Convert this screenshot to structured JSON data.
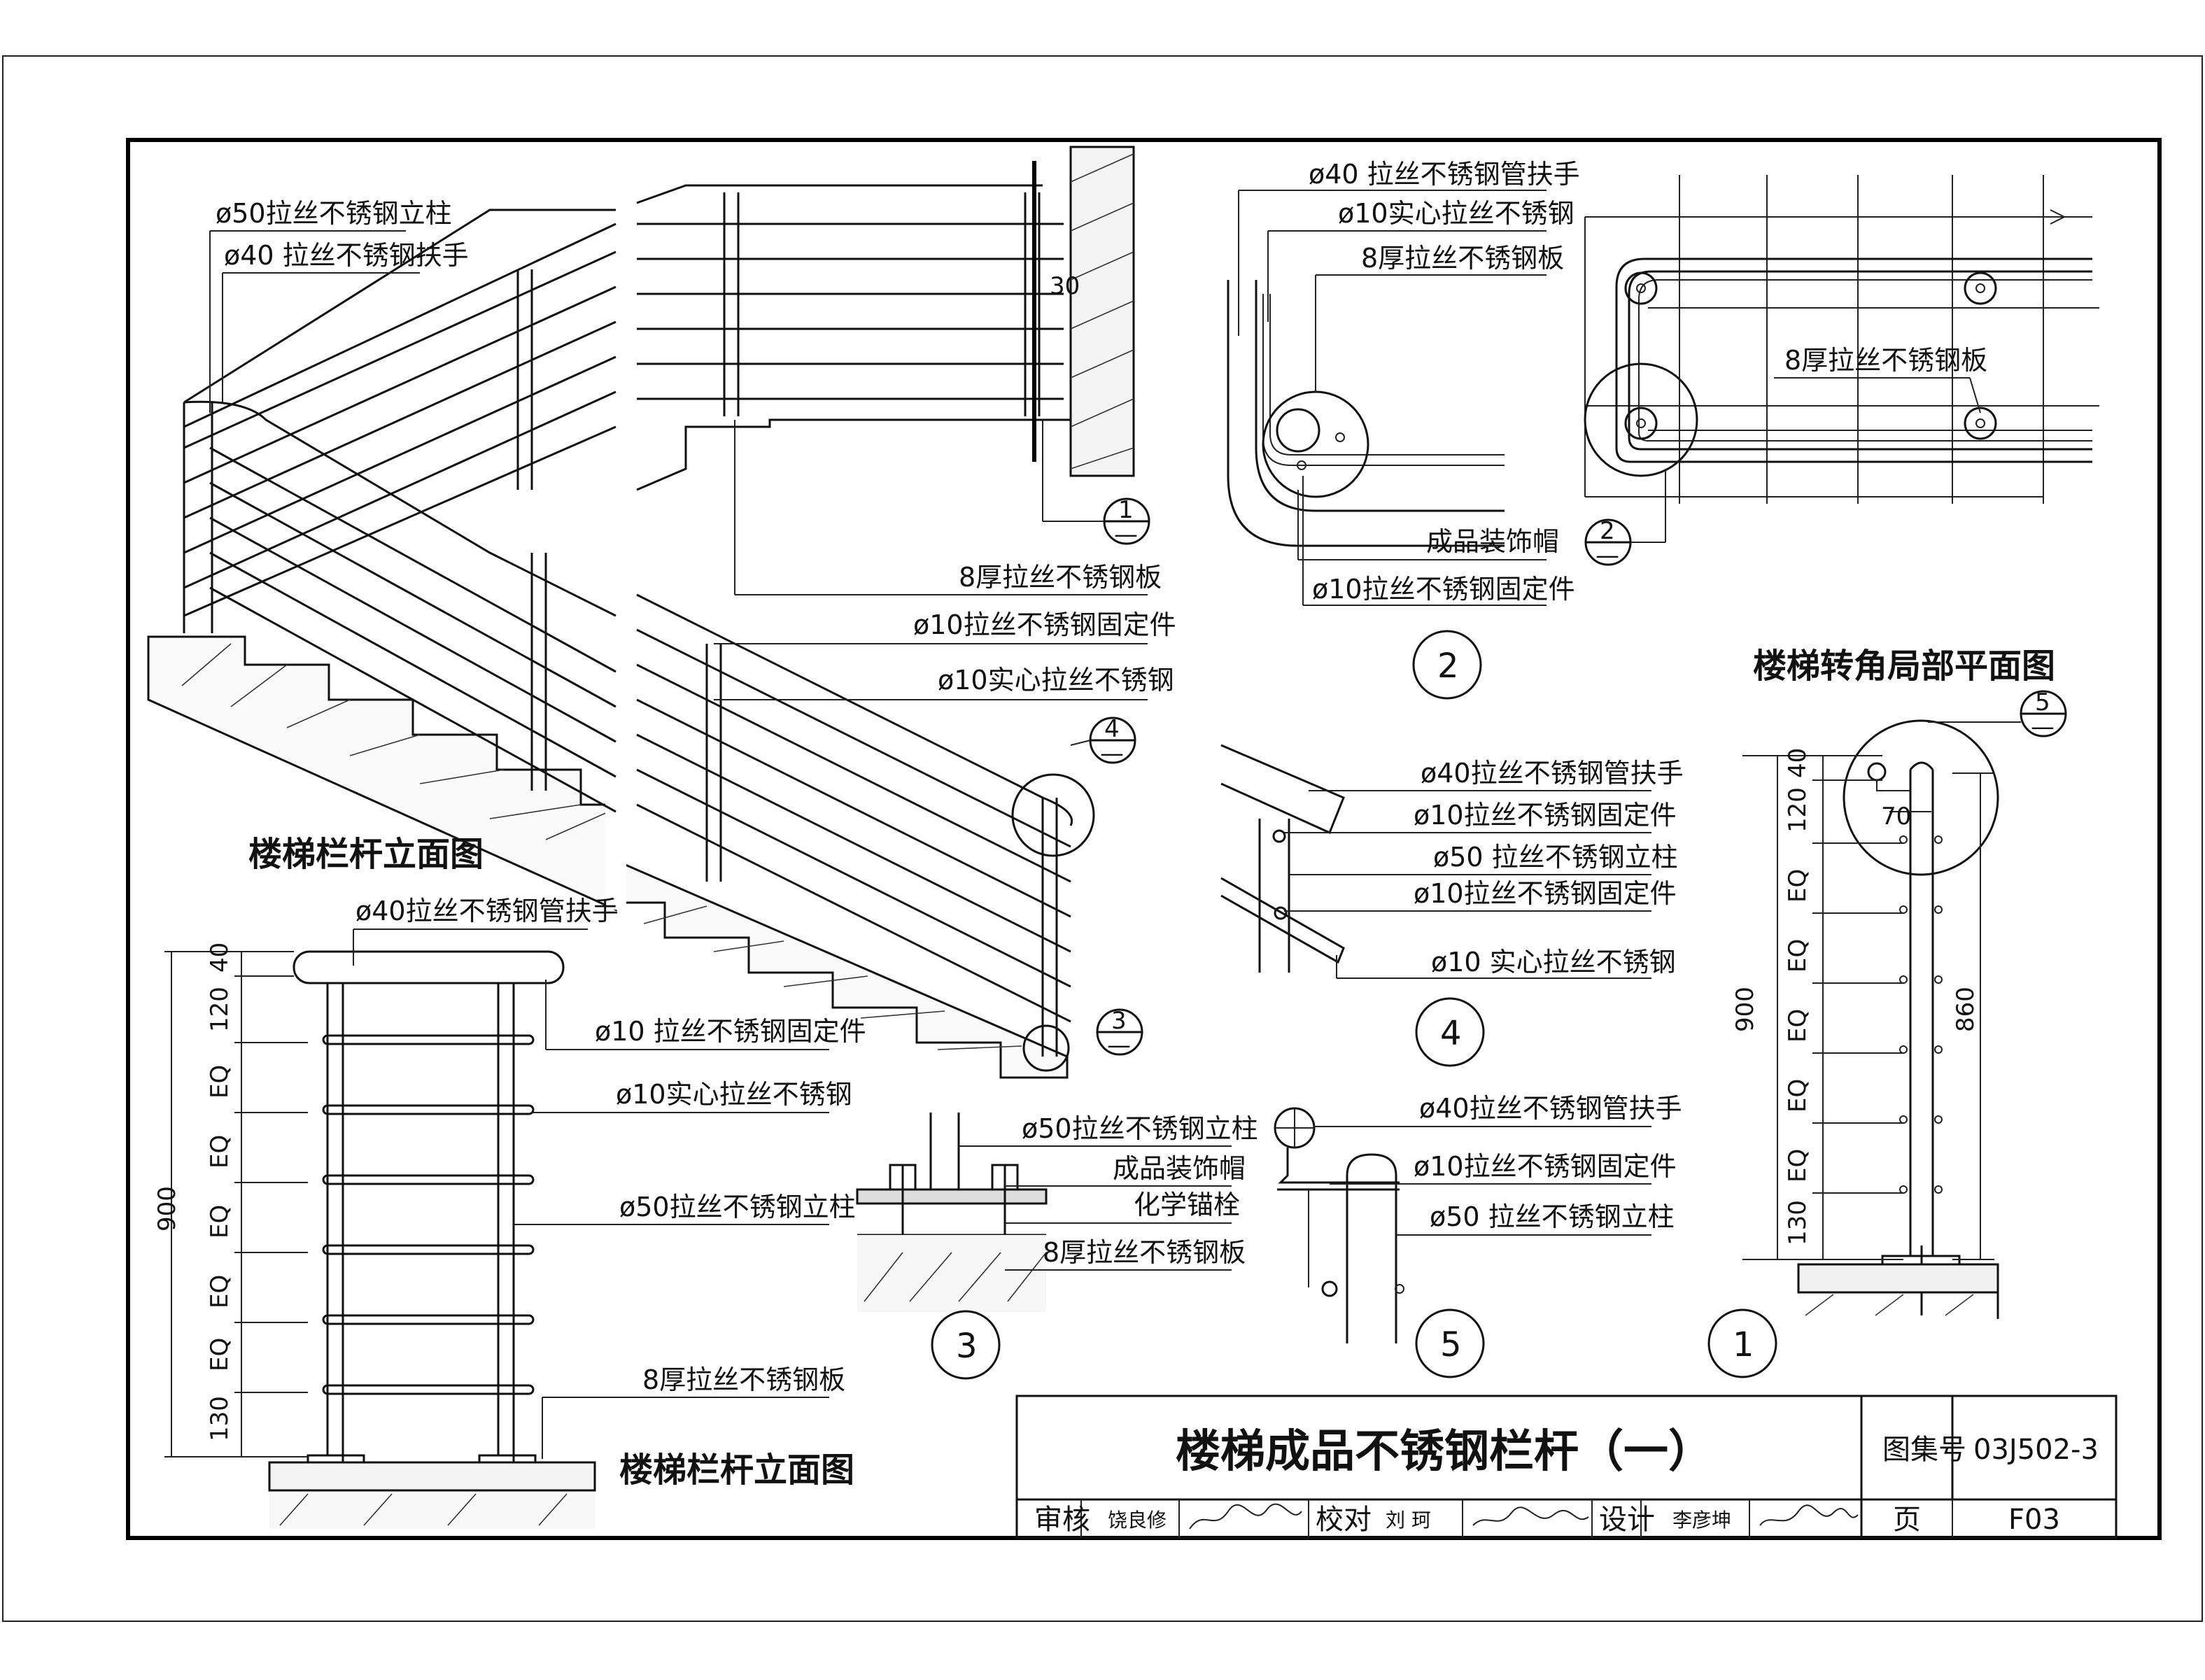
{
  "sheet": {
    "title": "楼梯成品不锈钢栏杆（一）",
    "atlas_label": "图集号",
    "atlas_no": "03J502-3",
    "page_label": "页",
    "page_no": "F03",
    "review_label": "审核",
    "reviewer": "饶良修",
    "check_label": "校对",
    "checker": "刘  珂",
    "design_label": "设计",
    "designer": "李彦坤"
  },
  "views": {
    "elev_top_title": "楼梯栏杆立面图",
    "elev_bottom_title": "楼梯栏杆立面图",
    "plan_title": "楼梯转角局部平面图"
  },
  "labels": {
    "post50": "ø50拉丝不锈钢立柱",
    "rail40": "ø40 拉丝不锈钢扶手",
    "plate8": "8厚拉丝不锈钢板",
    "fix10": "ø10拉丝不锈钢固定件",
    "solid10": "ø10实心拉丝不锈钢",
    "rail40pipe": "ø40拉丝不锈钢管扶手",
    "cap": "成品装饰帽",
    "anchor": "化学锚栓",
    "d2_rail": "ø40 拉丝不锈钢管扶手",
    "d2_solid": "ø10实心拉丝不锈钢",
    "d2_plate": "8厚拉丝不锈钢板",
    "d2_cap": "成品装饰帽",
    "d2_fix": "ø10拉丝不锈钢固定件",
    "plan_plate": "8厚拉丝不锈钢板",
    "d4_rail": "ø40拉丝不锈钢管扶手",
    "d4_fix1": "ø10拉丝不锈钢固定件",
    "d4_post": "ø50 拉丝不锈钢立柱",
    "d4_fix2": "ø10拉丝不锈钢固定件",
    "d4_solid": "ø10 实心拉丝不锈钢",
    "d3_post": "ø50拉丝不锈钢立柱",
    "d3_cap": "成品装饰帽",
    "d3_anchor": "化学锚栓",
    "d3_plate": "8厚拉丝不锈钢板",
    "d5_rail": "ø40拉丝不锈钢管扶手",
    "d5_fix": "ø10拉丝不锈钢固定件",
    "d5_post": "ø50 拉丝不锈钢立柱",
    "b_rail": "ø40拉丝不锈钢管扶手",
    "b_fix": "ø10 拉丝不锈钢固定件",
    "b_solid": "ø10实心拉丝不锈钢",
    "b_post": "ø50拉丝不锈钢立柱",
    "b_plate": "8厚拉丝不锈钢板"
  },
  "detail_marks": {
    "d1": "1",
    "d2": "2",
    "d3": "3",
    "d4": "4",
    "d5": "5",
    "dash": "—"
  },
  "dims": {
    "d30": "30",
    "d40": "40",
    "d120": "120",
    "eq": "EQ",
    "d130": "130",
    "d900": "900",
    "d860": "860",
    "d70": "70"
  }
}
